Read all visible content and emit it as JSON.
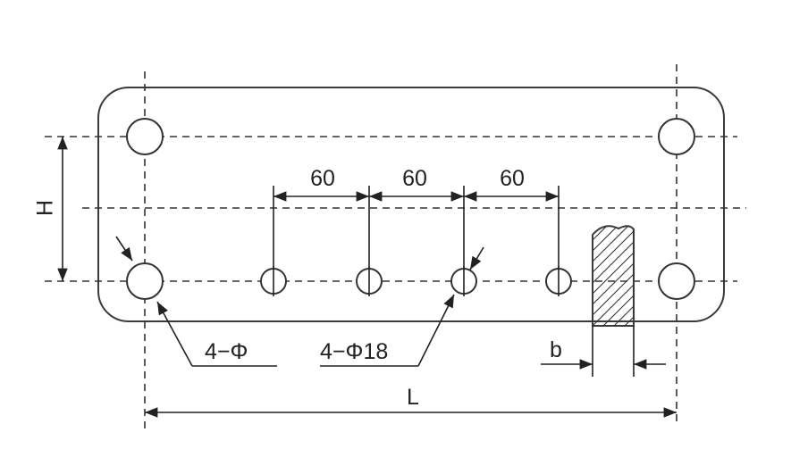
{
  "labels": {
    "spacing_1": "60",
    "spacing_2": "60",
    "spacing_3": "60",
    "height": "H",
    "length": "L",
    "thickness": "b",
    "corner_holes": "4−Φ",
    "inner_holes": "4−Φ18"
  },
  "colors": {
    "line": "#333333",
    "background": "#ffffff"
  }
}
